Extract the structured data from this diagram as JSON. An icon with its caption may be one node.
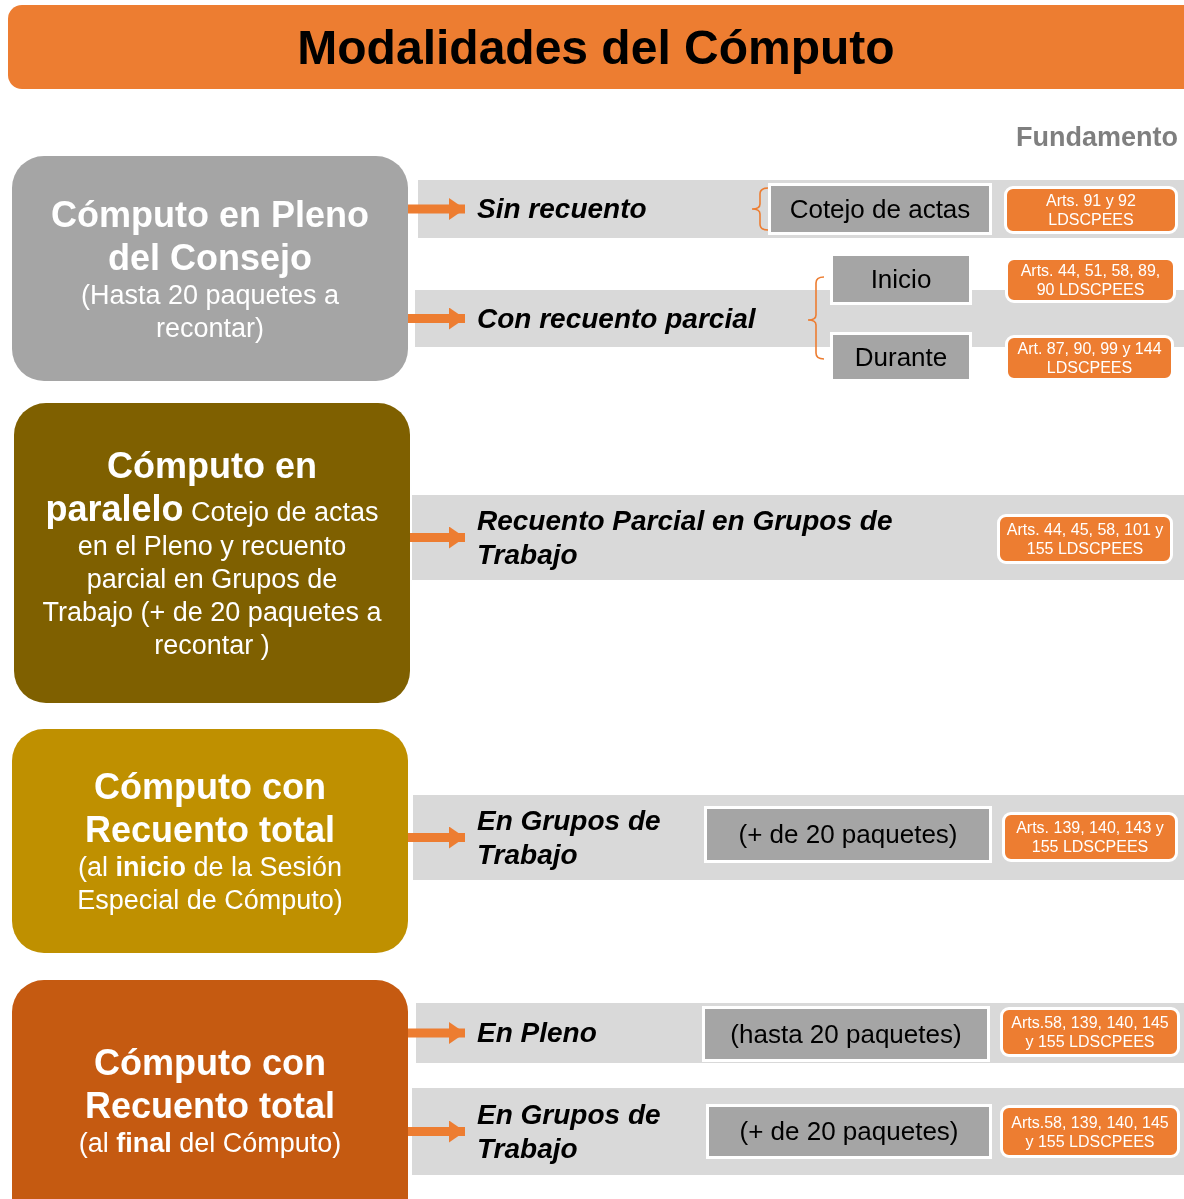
{
  "diagram": {
    "title": "Modalidades del Cómputo",
    "nodes": [
      {
        "text": [
          "Cómputo en Pleno del Consejo",
          "(Hasta 20 paquetes a recontar)"
        ]
      },
      {
        "text": [
          "Sin recuento"
        ]
      },
      {
        "text": [
          "Cotejo de actas"
        ]
      },
      {
        "text": [
          "Arts. 91 y 92 LDSCPEES"
        ]
      },
      {
        "text": [
          "Con recuento parcial"
        ]
      },
      {
        "text": [
          "Inicio"
        ]
      },
      {
        "text": [
          "Arts. 44, 51, 58, 89, 90 LDSCPEES"
        ]
      },
      {
        "text": [
          "Durante"
        ]
      },
      {
        "text": [
          "Art. 87, 90, 99 y 144 LDSCPEES"
        ]
      },
      {
        "text": [
          "Cómputo en paralelo",
          "Cotejo de actas en el Pleno y recuento parcial en Grupos de Trabajo (+ de 20 paquetes a recontar )"
        ]
      },
      {
        "text": [
          "Recuento Parcial en Grupos de Trabajo"
        ]
      },
      {
        "text": [
          "Arts. 44, 45, 58, 101 y 155  LDSCPEES"
        ]
      },
      {
        "text": [
          "Cómputo con Recuento total",
          "(al **inicio** de la Sesión Especial de Cómputo)"
        ]
      },
      {
        "text": [
          "En Grupos de Trabajo"
        ]
      },
      {
        "text": [
          "(+ de 20 paquetes)"
        ]
      },
      {
        "text": [
          "Arts. 139, 140, 143 y 155 LDSCPEES"
        ]
      },
      {
        "text": [
          "Cómputo con Recuento total",
          "(al **final** del Cómputo)"
        ]
      },
      {
        "text": [
          "En Pleno"
        ]
      },
      {
        "text": [
          "(hasta 20 paquetes)"
        ]
      },
      {
        "text": [
          "Arts.58, 139, 140, 145 y 155  LDSCPEES"
        ]
      },
      {
        "text": [
          "En Grupos de Trabajo"
        ]
      },
      {
        "text": [
          "(+ de 20 paquetes)"
        ]
      },
      {
        "text": [
          "Arts.58, 139, 140, 145 y 155  LDSCPEES"
        ]
      }
    ],
    "edges": [
      {
        "from": 0,
        "to": 1,
        "arrow": "to"
      },
      {
        "from": 0,
        "to": 4,
        "arrow": "to"
      },
      {
        "from": 9,
        "to": 10,
        "arrow": "to"
      },
      {
        "from": 12,
        "to": 13,
        "arrow": "to"
      },
      {
        "from": 16,
        "to": 17,
        "arrow": "to"
      },
      {
        "from": 16,
        "to": 20,
        "arrow": "to"
      }
    ],
    "labels": [
      "Fundamento"
    ]
  }
}
